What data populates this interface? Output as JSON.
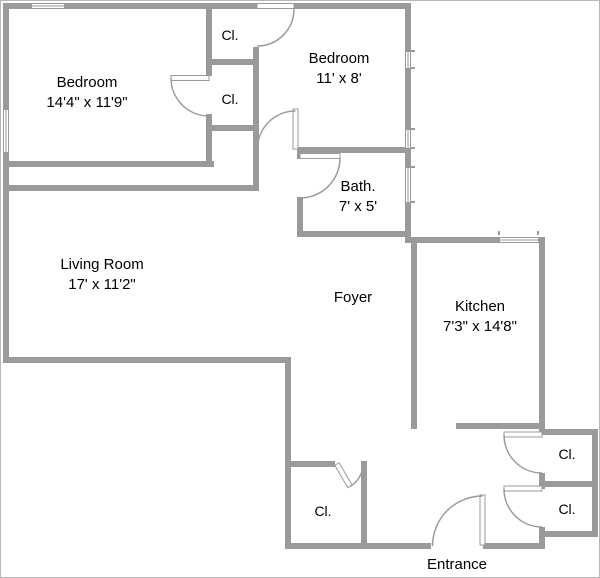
{
  "colors": {
    "wall": "#9a9a9a",
    "background": "#ffffff",
    "text": "#000000"
  },
  "rooms": {
    "bedroom1": {
      "label": "Bedroom",
      "dims": "14'4\" x 11'9\""
    },
    "bedroom2": {
      "label": "Bedroom",
      "dims": "11' x 8'"
    },
    "bath": {
      "label": "Bath.",
      "dims": "7' x 5'"
    },
    "living_room": {
      "label": "Living Room",
      "dims": "17' x 11'2\""
    },
    "foyer": {
      "label": "Foyer"
    },
    "kitchen": {
      "label": "Kitchen",
      "dims": "7'3\" x 14'8\""
    },
    "entrance": {
      "label": "Entrance"
    }
  },
  "closets": [
    {
      "label": "Cl."
    },
    {
      "label": "Cl."
    },
    {
      "label": "Cl."
    },
    {
      "label": "Cl."
    },
    {
      "label": "Cl."
    }
  ]
}
